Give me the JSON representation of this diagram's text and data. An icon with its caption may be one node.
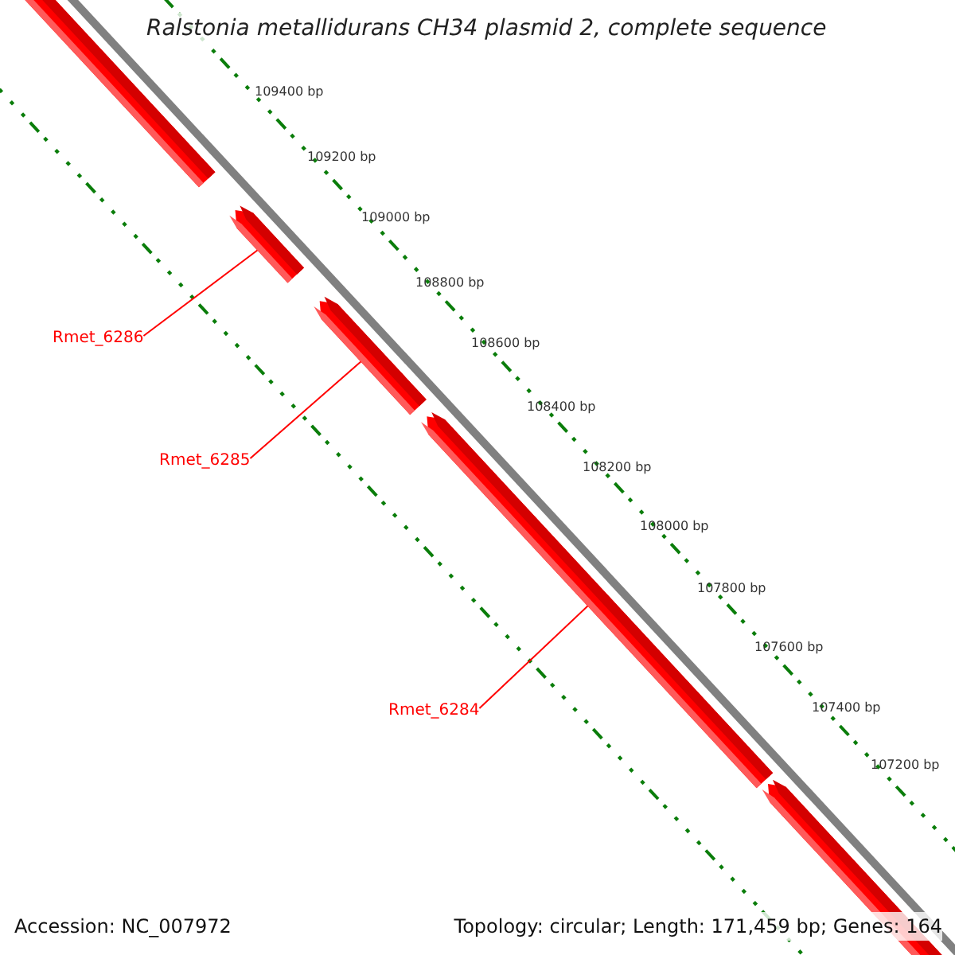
{
  "diagram": {
    "title": "Ralstonia metallidurans CH34 plasmid 2, complete sequence",
    "nodes": [
      {
        "text": [],
        "shape": "bar"
      },
      {
        "text": [],
        "shape": "bar"
      },
      {
        "text": [],
        "shape": "bar"
      },
      {
        "text": [],
        "shape": "bar"
      },
      {
        "text": [],
        "shape": "bar"
      },
      {
        "text": [
          "Rmet_6286"
        ]
      },
      {
        "text": [
          "Rmet_6285"
        ]
      },
      {
        "text": [
          "Rmet_6284"
        ]
      }
    ],
    "edges": [
      {
        "from": 5,
        "to": 1,
        "arrow": "none"
      },
      {
        "from": 6,
        "to": 2,
        "arrow": "none"
      },
      {
        "from": 7,
        "to": 3,
        "arrow": "none"
      }
    ],
    "labels": [
      "109400 bp",
      "109200 bp",
      "109000 bp",
      "108800 bp",
      "108600 bp",
      "108400 bp",
      "108200 bp",
      "108000 bp",
      "107800 bp",
      "107600 bp",
      "107400 bp",
      "107200 bp",
      "Accession: NC_007972",
      "Topology: circular; Length: 171,459 bp; Genes: 164"
    ]
  }
}
